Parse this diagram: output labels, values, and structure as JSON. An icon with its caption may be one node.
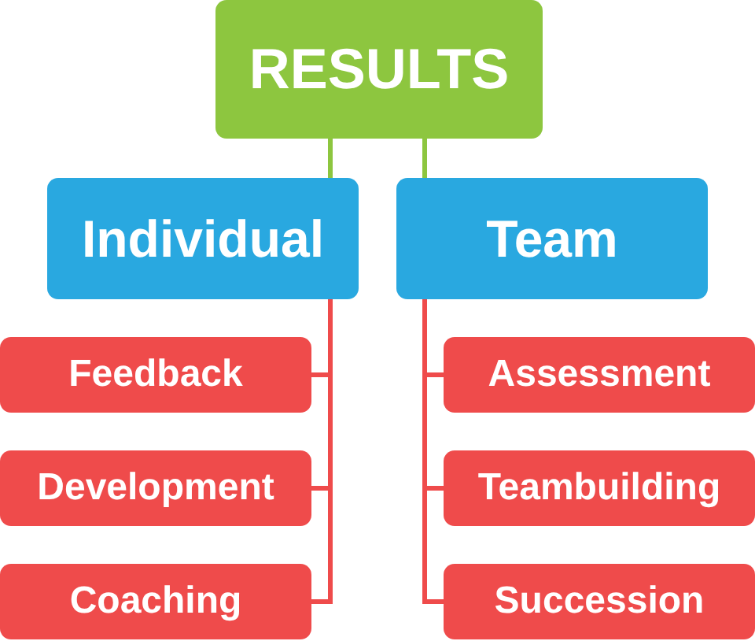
{
  "diagram": {
    "nodes": [
      {
        "text": [
          "RESULTS"
        ]
      },
      {
        "text": [
          "Individual"
        ]
      },
      {
        "text": [
          "Team"
        ]
      },
      {
        "text": [
          "Feedback"
        ]
      },
      {
        "text": [
          "Development"
        ]
      },
      {
        "text": [
          "Coaching"
        ]
      },
      {
        "text": [
          "Assessment"
        ]
      },
      {
        "text": [
          "Teambuilding"
        ]
      },
      {
        "text": [
          "Succession"
        ]
      }
    ],
    "edges": [
      {
        "from": 0,
        "to": 1,
        "arrow": "none",
        "color": "#8dc63f"
      },
      {
        "from": 0,
        "to": 2,
        "arrow": "none",
        "color": "#8dc63f"
      },
      {
        "from": 1,
        "to": 3,
        "arrow": "none"
      },
      {
        "from": 1,
        "to": 4,
        "arrow": "none"
      },
      {
        "from": 1,
        "to": 5,
        "arrow": "none"
      },
      {
        "from": 2,
        "to": 6,
        "arrow": "none"
      },
      {
        "from": 2,
        "to": 7,
        "arrow": "none"
      },
      {
        "from": 2,
        "to": 8,
        "arrow": "none"
      }
    ]
  }
}
